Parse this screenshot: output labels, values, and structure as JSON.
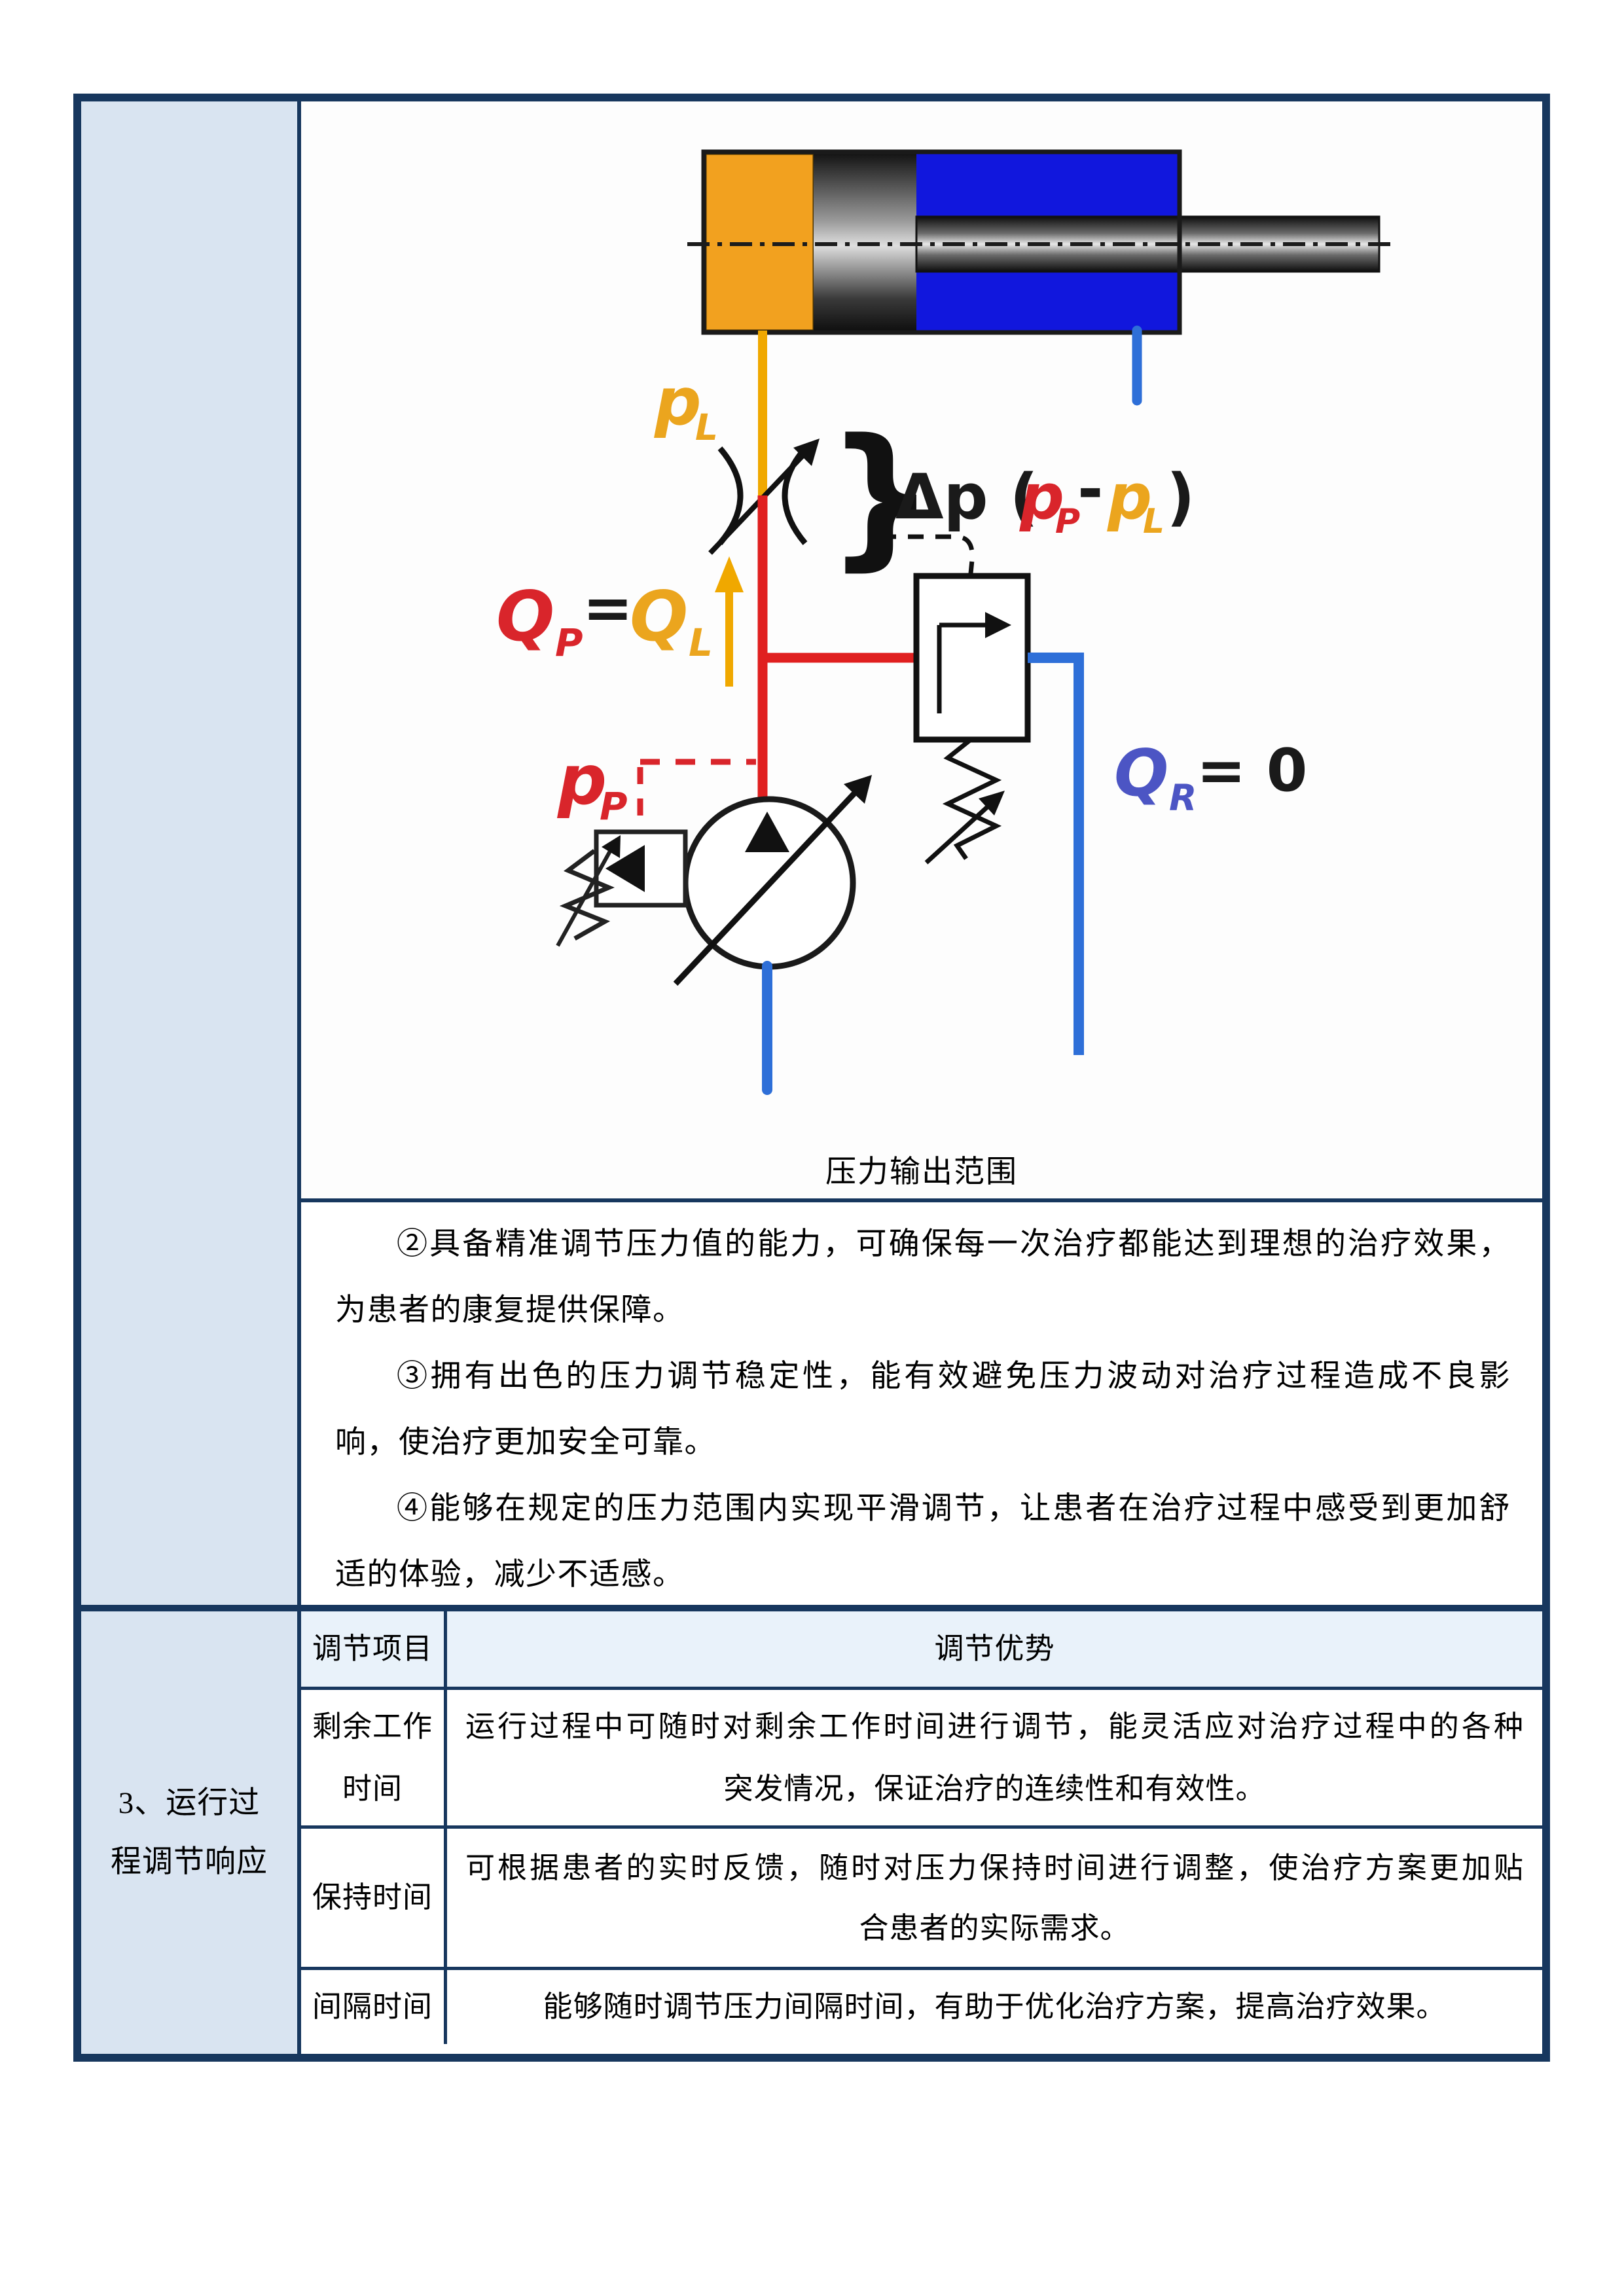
{
  "document": {
    "figure": {
      "caption": "压力输出范围",
      "labels": {
        "p_load": {
          "main": "p",
          "sub": "L"
        },
        "q_pump": {
          "main": "Q",
          "sub": "P"
        },
        "equals": "=",
        "q_load": {
          "main": "Q",
          "sub": "L"
        },
        "formula": {
          "dp": "Δp (",
          "pp_main": "p",
          "pp_sub": "P",
          "minus": "-",
          "pl_main": "p",
          "pl_sub": "L",
          "close": ")"
        },
        "p_pump": {
          "main": "p",
          "sub": "P"
        },
        "q_return": {
          "main": "Q",
          "sub": "R",
          "eq_zero": "= 0"
        },
        "brace": "}"
      },
      "colors": {
        "chamber_orange": "#f2a11f",
        "chamber_blue": "#1117dd",
        "line_yellow": "#f0a800",
        "line_red": "#e02020",
        "line_blue": "#2e6fd8",
        "qr_purple": "#4c55c4",
        "border_navy": "#17375e",
        "sidebar_blue": "#d9e4f1",
        "header_blue": "#e9f2fa"
      }
    },
    "paragraphs": [
      {
        "lines": [
          "②具备精准调节压力值的能力，可确保每一次治疗都能达到理想的治疗效果，",
          "为患者的康复提供保障。"
        ]
      },
      {
        "lines": [
          "③拥有出色的压力调节稳定性，能有效避免压力波动对治疗过程造成不良影",
          "响，使治疗更加安全可靠。"
        ]
      },
      {
        "lines": [
          "④能够在规定的压力范围内实现平滑调节，让患者在治疗过程中感受到更加舒",
          "适的体验，减少不适感。"
        ]
      }
    ],
    "section_label": {
      "lines": [
        "3、运行过",
        "程调节响应"
      ]
    },
    "table": {
      "headers": [
        "调节项目",
        "调节优势"
      ],
      "rows": [
        {
          "item_lines": [
            "剩余工作",
            "时间"
          ],
          "advantage_lines": [
            "运行过程中可随时对剩余工作时间进行调节，能灵活应对治疗过程中的各种",
            "突发情况，保证治疗的连续性和有效性。"
          ]
        },
        {
          "item_lines": [
            "保持时间"
          ],
          "advantage_lines": [
            "可根据患者的实时反馈，随时对压力保持时间进行调整，使治疗方案更加贴",
            "合患者的实际需求。"
          ]
        },
        {
          "item_lines": [
            "间隔时间"
          ],
          "advantage_lines": [
            "能够随时调节压力间隔时间，有助于优化治疗方案，提高治疗效果。"
          ]
        }
      ]
    }
  }
}
